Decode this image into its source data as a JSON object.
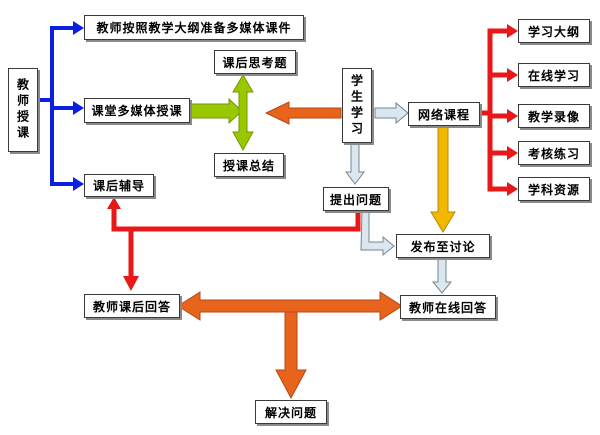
{
  "nodes": {
    "teacher_teaching": "教师授课",
    "prepare_courseware": "教师按照教学大纲准备多媒体课件",
    "classroom_teaching": "课堂多媒体授课",
    "after_class_tutoring": "课后辅导",
    "after_class_questions": "课后思考题",
    "teaching_summary": "授课总结",
    "student_learning": "学生学习",
    "online_course": "网络课程",
    "raise_question": "提出问题",
    "post_discussion": "发布至讨论",
    "teacher_after_class_answer": "教师课后回答",
    "teacher_online_answer": "教师在线回答",
    "solve_problem": "解决问题",
    "syllabus": "学习大纲",
    "online_study": "在线学习",
    "teaching_video": "教学录像",
    "exam_practice": "考核练习",
    "subject_resources": "学科资源"
  },
  "colors": {
    "blue": "#0b1fe0",
    "green": "#7fb800",
    "green_light": "#a4d000",
    "orange": "#e8641c",
    "red": "#e81818",
    "yellow": "#f2b800",
    "grey_fill": "#dce6ee",
    "grey_stroke": "#6f8797"
  }
}
